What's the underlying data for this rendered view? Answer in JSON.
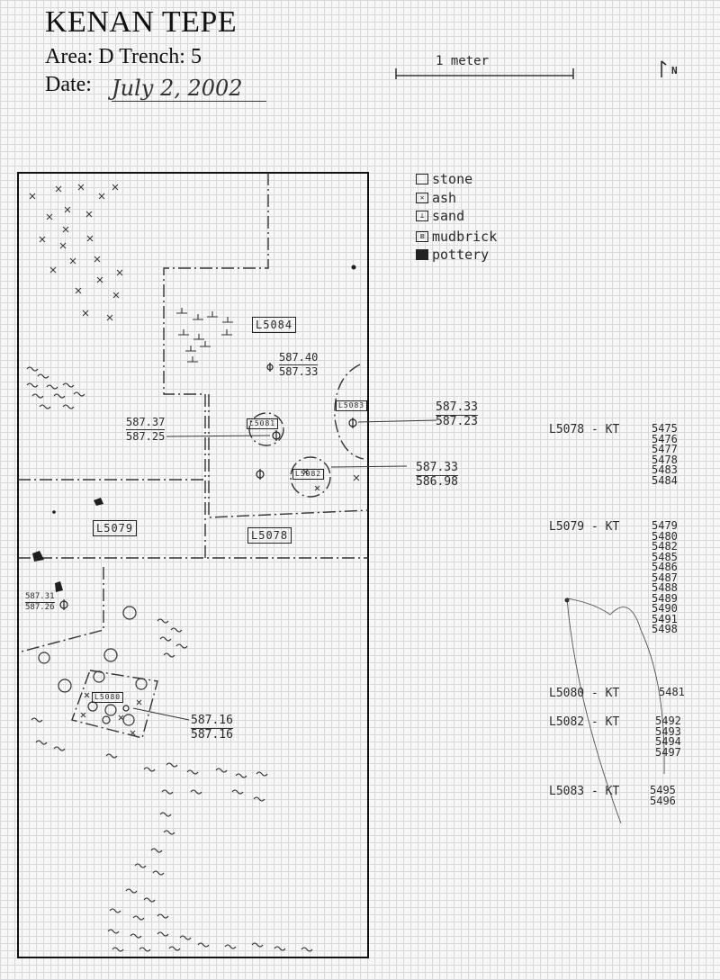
{
  "header": {
    "title": "KENAN TEPE",
    "area_line": "Area: D Trench: 5",
    "date_label": "Date:",
    "date_value": "July 2, 2002"
  },
  "scale": {
    "label": "1 meter"
  },
  "north": {
    "label": "N"
  },
  "legend": [
    {
      "label": "stone",
      "icon": "stone-icon"
    },
    {
      "label": "ash",
      "icon": "ash-icon"
    },
    {
      "label": "sand",
      "icon": "sand-icon"
    },
    {
      "label": "mudbrick",
      "icon": "mudbrick-icon"
    },
    {
      "label": "pottery",
      "icon": "pottery-icon"
    }
  ],
  "loci_on_plan": {
    "l5084": "L5084",
    "l5083": "L5083",
    "l5081": "L5081",
    "l5082": "L5082",
    "l5079": "L5079",
    "l5078": "L5078",
    "l5080": "L5080"
  },
  "elevations": {
    "l5084": {
      "top": "587.40",
      "bottom": "587.33"
    },
    "l5083": {
      "top": "587.33",
      "bottom": "587.23"
    },
    "l5081": {
      "top": "587.37",
      "bottom": "587.25"
    },
    "l5082": {
      "top": "587.33",
      "bottom": "586.98"
    },
    "west": {
      "top": "587.31",
      "bottom": "587.26"
    },
    "l5080": {
      "top": "587.16",
      "bottom": "587.16"
    }
  },
  "finds_list": [
    {
      "locus": "L5078 - KT",
      "numbers": [
        "5475",
        "5476",
        "5477",
        "5478",
        "5483",
        "5484"
      ]
    },
    {
      "locus": "L5079 - KT",
      "numbers": [
        "5479",
        "5480",
        "5482",
        "5485",
        "5486",
        "5487",
        "5488",
        "5489",
        "5490",
        "5491",
        "5498"
      ]
    },
    {
      "locus": "L5080 - KT",
      "numbers": [
        "5481"
      ]
    },
    {
      "locus": "L5082 - KT",
      "numbers": [
        "5492",
        "5493",
        "5494",
        "5497"
      ]
    },
    {
      "locus": "L5083 - KT",
      "numbers": [
        "5495",
        "5496"
      ]
    }
  ]
}
